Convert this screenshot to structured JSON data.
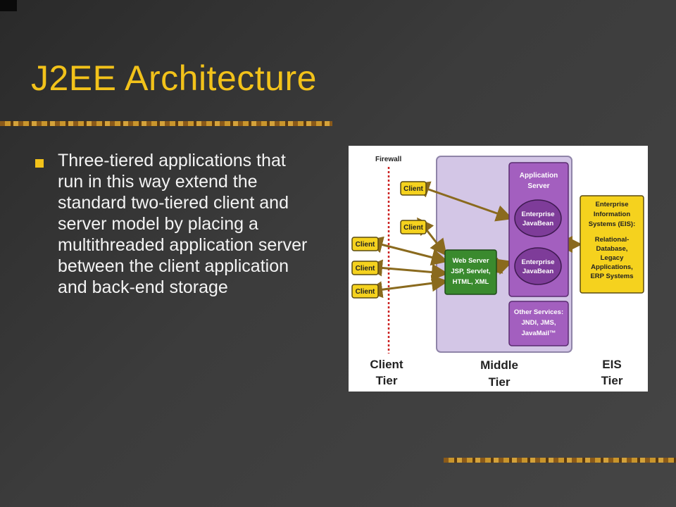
{
  "slide": {
    "title": "J2EE Architecture",
    "bullet": "Three-tiered applications that run in this way extend the standard two-tiered client and server model by placing a multithreaded application server between the client application and back-end storage"
  },
  "diagram": {
    "firewall_label": "Firewall",
    "client_label": "Client",
    "app_server_label_1": "Application",
    "app_server_label_2": "Server",
    "ejb_1_line_1": "Enterprise",
    "ejb_1_line_2": "JavaBean",
    "ejb_2_line_1": "Enterprise",
    "ejb_2_line_2": "JavaBean",
    "web_server": [
      "Web Server",
      "JSP, Servlet,",
      "HTML, XML"
    ],
    "other_services": [
      "Other Services:",
      "JNDI, JMS,",
      "JavaMail™"
    ],
    "eis": [
      "Enterprise",
      "Information",
      "Systems (EIS):",
      "Relational-",
      "Database,",
      "Legacy",
      "Applications,",
      "ERP Systems"
    ],
    "tiers": {
      "client_1": "Client",
      "client_2": "Tier",
      "middle_1": "Middle",
      "middle_2": "Tier",
      "eis_1": "EIS",
      "eis_2": "Tier"
    },
    "colors": {
      "client_box": "#f5d21e",
      "middle_tier": "#d3c6e6",
      "app_server": "#a35fbf",
      "ejb": "#7e3c99",
      "web_server": "#3a8a2e",
      "eis_box": "#f5d21e",
      "arrow": "#8a6a1e",
      "firewall": "#cc2222"
    }
  }
}
